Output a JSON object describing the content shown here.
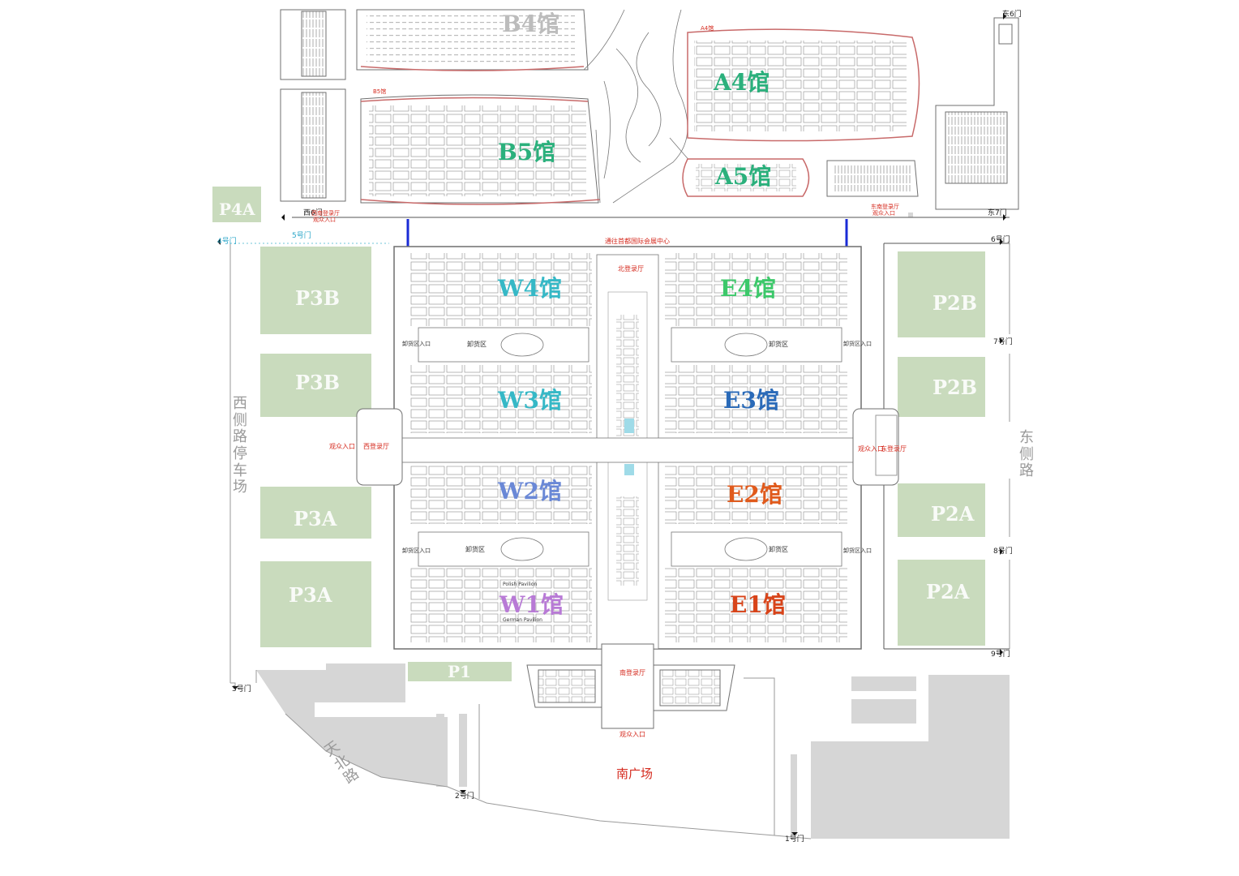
{
  "colors": {
    "parking": "#c9dbbd",
    "road_gray": "#d6d6d6",
    "hall_outline": "#6f6f6f",
    "booth_line": "#8a8a8a",
    "hall_pink": "#c86a6a",
    "label_red": "#d52a1e",
    "bridge_blue": "#1a2bd6",
    "gate_cyan": "#2aa6c8",
    "hall_B4": "#bcbcbc",
    "hall_B5": "#2bb07c",
    "hall_A4": "#2bb07c",
    "hall_A5": "#2bb07c",
    "hall_W4": "#36b8c6",
    "hall_W3": "#36b8c6",
    "hall_W2": "#6a88d6",
    "hall_W1": "#b87ad6",
    "hall_E4": "#3cc86a",
    "hall_E3": "#2a6ab8",
    "hall_E2": "#e05a1c",
    "hall_E1": "#d8441a"
  },
  "halls": {
    "b4": "B4馆",
    "b5": "B5馆",
    "a4": "A4馆",
    "a5": "A5馆",
    "w4": "W4馆",
    "w3": "W3馆",
    "w2": "W2馆",
    "w1": "W1馆",
    "e4": "E4馆",
    "e3": "E3馆",
    "e2": "E2馆",
    "e1": "E1馆"
  },
  "hall_small_labels": {
    "a4": "A4馆",
    "b5": "B5馆"
  },
  "parking": {
    "p4a": "P4A",
    "p3b_1": "P3B",
    "p3b_2": "P3B",
    "p3a_1": "P3A",
    "p3a_2": "P3A",
    "p2b_1": "P2B",
    "p2b_2": "P2B",
    "p2a_1": "P2A",
    "p2a_2": "P2A",
    "p1": "P1"
  },
  "gates": {
    "east6": "东6门",
    "east7": "东7门",
    "west6": "西6门",
    "g1": "1号门",
    "g2": "2号门",
    "g3": "3号门",
    "g4": "4号门",
    "g5": "5号门",
    "g6": "6号门",
    "g7": "7号门",
    "g8": "8号门",
    "g9": "9号门"
  },
  "roads": {
    "west_parking": "西侧路停车场",
    "east_road": "东侧路",
    "tianbei": "天北路"
  },
  "labels": {
    "south_plaza": "南广场",
    "south_hall": "南登录厅",
    "north_hall": "北登录厅",
    "west_hall": "西登录厅",
    "east_hall": "东登录厅",
    "to_capital": "通往首都国际会展中心",
    "visitor_entry_south": "观众入口",
    "visitor_entry_west": "观众入口",
    "visitor_entry_east": "观众入口",
    "sw_hall": "西南登录厅",
    "sw_entry": "观众入口",
    "se_hall": "东南登录厅",
    "se_entry": "观众入口",
    "unload_w4": "卸货区",
    "unload_e4": "卸货区",
    "unload_w2": "卸货区",
    "unload_e2": "卸货区",
    "unload_entry_w4": "卸货区入口",
    "unload_entry_e4": "卸货区入口",
    "unload_entry_w2": "卸货区入口",
    "unload_entry_e2": "卸货区入口",
    "poland": "Polish Pavilion",
    "german": "German Pavilion"
  }
}
